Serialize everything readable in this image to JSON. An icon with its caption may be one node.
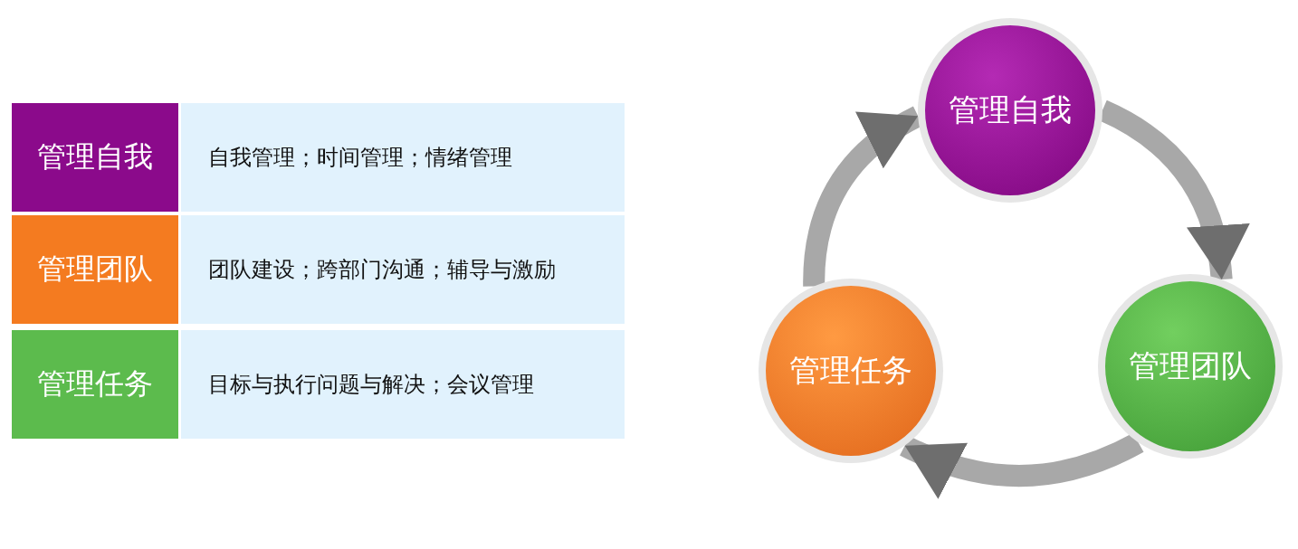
{
  "diagram": {
    "nodes": [
      {
        "text": [
          "管理自我"
        ]
      },
      {
        "text": [
          "管理团队"
        ]
      },
      {
        "text": [
          "管理任务"
        ]
      }
    ],
    "edges": [
      {
        "from": 0,
        "to": 1,
        "arrow": "to"
      },
      {
        "from": 1,
        "to": 2,
        "arrow": "to"
      },
      {
        "from": 2,
        "to": 0,
        "arrow": "to"
      }
    ],
    "labels": [
      "管理自我",
      "自我管理；时间管理；情绪管理",
      "管理团队",
      "团队建设；跨部门沟通；辅导与激励",
      "管理任务",
      "目标与执行问题与解决；会议管理"
    ]
  }
}
